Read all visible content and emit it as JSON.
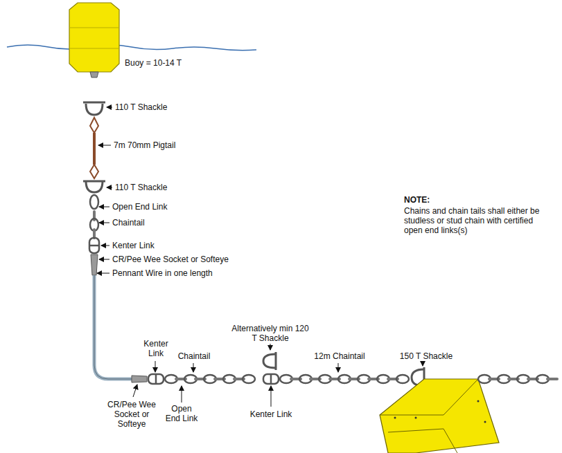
{
  "diagram": {
    "labels": [
      "Buoy = 10-14 T",
      "110 T Shackle",
      "7m 70mm Pigtail",
      "110 T Shackle",
      "Open End Link",
      "Chaintail",
      "Kenter Link",
      "CR/Pee Wee Socket or Softeye",
      "Pennant Wire in one length",
      "NOTE:",
      "Chains and chain tails shall either be studless or stud chain with certified open end links(s)",
      "Kenter Link",
      "Chaintail",
      "Alternatively min 120 T Shackle",
      "12m Chaintail",
      "150 T Shackle",
      "CR/Pee Wee Socket or Softeye",
      "Open End Link",
      "Kenter Link"
    ]
  }
}
